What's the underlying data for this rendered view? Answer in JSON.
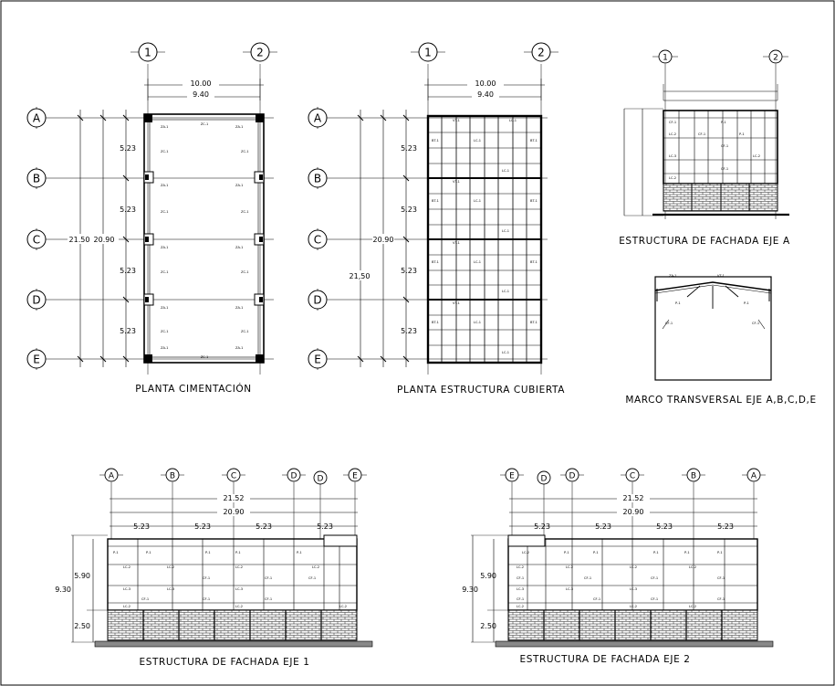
{
  "views": {
    "planta_cimentacion": {
      "title": "PLANTA CIMENTACIÓN",
      "axes_cols": [
        "1",
        "2"
      ],
      "axes_rows": [
        "A",
        "B",
        "C",
        "D",
        "E"
      ],
      "dim_width": "10.00",
      "dim_inner": "9.40",
      "dim_spans": [
        "5.23",
        "5.23",
        "5.23",
        "5.23"
      ],
      "dim_total_outer": "21.50",
      "dim_total_inner": "20.90"
    },
    "planta_cubierta": {
      "title": "PLANTA ESTRUCTURA CUBIERTA",
      "axes_cols": [
        "1",
        "2"
      ],
      "axes_rows": [
        "A",
        "B",
        "C",
        "D",
        "E"
      ],
      "dim_width": "10.00",
      "dim_inner": "9.40",
      "dim_spans": [
        "5.23",
        "5.23",
        "5.23",
        "5.23"
      ],
      "dim_total_outer": "21,50",
      "dim_total_inner": "20.90",
      "member_labels": [
        "VT-1",
        "LC-1",
        "BT-1"
      ]
    },
    "fachada_a": {
      "title": "ESTRUCTURA DE FACHADA EJE A",
      "axes_cols": [
        "1",
        "2"
      ]
    },
    "marco_transversal": {
      "title": "MARCO TRANSVERSAL EJE A,B,C,D,E"
    },
    "fachada_1": {
      "title": "ESTRUCTURA DE FACHADA EJE 1",
      "axes": [
        "A",
        "B",
        "C",
        "D",
        "D",
        "E"
      ],
      "dim_total_outer": "21.52",
      "dim_total_inner": "20.90",
      "dim_spans": [
        "5.23",
        "5.23",
        "5.23",
        "5.23"
      ],
      "dim_height_total": "9.30",
      "dim_height_upper": "5.90",
      "dim_height_lower": "2.50"
    },
    "fachada_2": {
      "title": "ESTRUCTURA DE FACHADA EJE 2",
      "axes": [
        "E",
        "D",
        "D",
        "C",
        "B",
        "A"
      ],
      "dim_total_outer": "21.52",
      "dim_total_inner": "20.90",
      "dim_spans": [
        "5.23",
        "5.23",
        "5.23",
        "5.23"
      ],
      "dim_height_total": "9.30",
      "dim_height_upper": "5.90",
      "dim_height_lower": "2.50"
    }
  },
  "member_tags": [
    "CF-1",
    "P-1",
    "LC-2",
    "LC-3",
    "ZC-1",
    "ZA-1",
    "VT-1",
    "LC-1",
    "BT-1"
  ],
  "colors": {
    "line": "#000000",
    "paper": "#ffffff"
  }
}
